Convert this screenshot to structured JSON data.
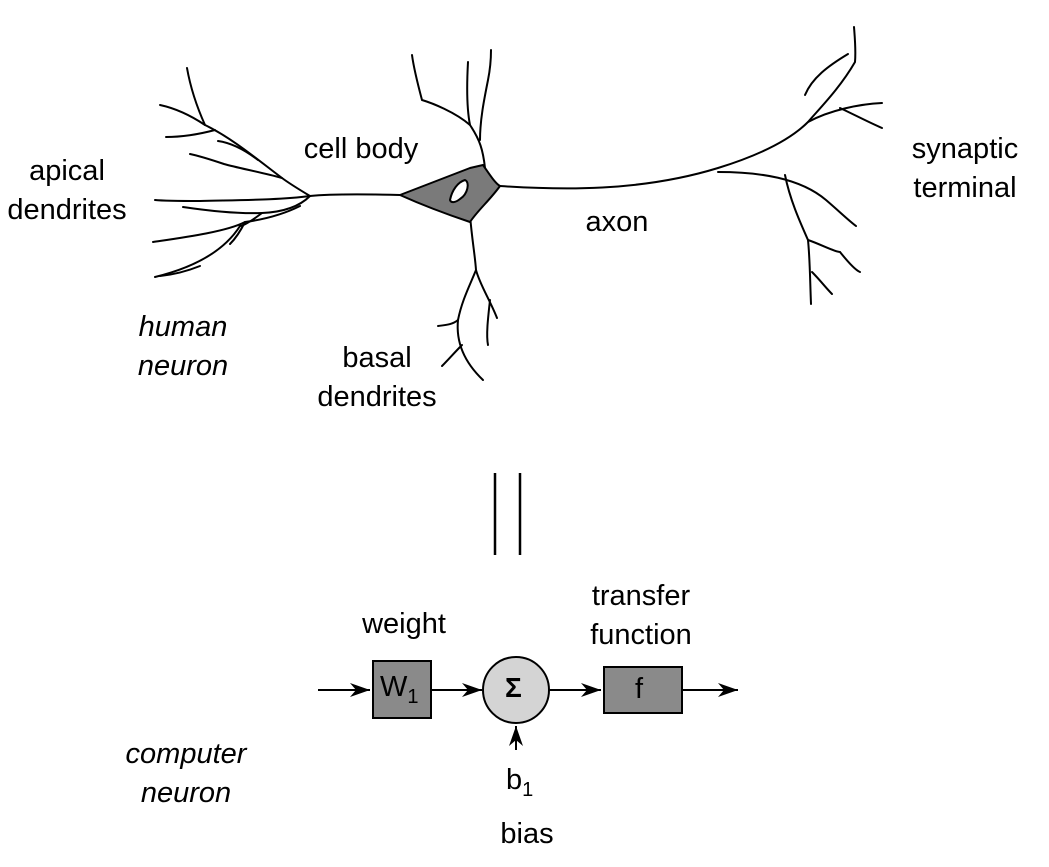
{
  "human": {
    "labels": {
      "apical_dendrites": [
        "apical",
        "dendrites"
      ],
      "cell_body": "cell body",
      "synaptic_terminal": [
        "synaptic",
        "terminal"
      ],
      "axon": "axon",
      "basal_dendrites": [
        "basal",
        "dendrites"
      ],
      "caption": [
        "human",
        "neuron"
      ]
    }
  },
  "equals_symbol": "=",
  "computer": {
    "weight_label": "weight",
    "weight_box": {
      "main": "W",
      "sub": "1"
    },
    "sum_symbol": "Σ",
    "transfer_label": [
      "transfer",
      "function"
    ],
    "transfer_box": "f",
    "bias_symbol": {
      "main": "b",
      "sub": "1"
    },
    "bias_label": "bias",
    "caption": [
      "computer",
      "neuron"
    ]
  },
  "colors": {
    "stroke": "#000000",
    "cell_body_fill": "#7a7a7a",
    "weight_box_fill": "#8a8a8a",
    "sum_fill": "#d4d4d4",
    "transfer_fill": "#8a8a8a",
    "background": "#ffffff"
  }
}
